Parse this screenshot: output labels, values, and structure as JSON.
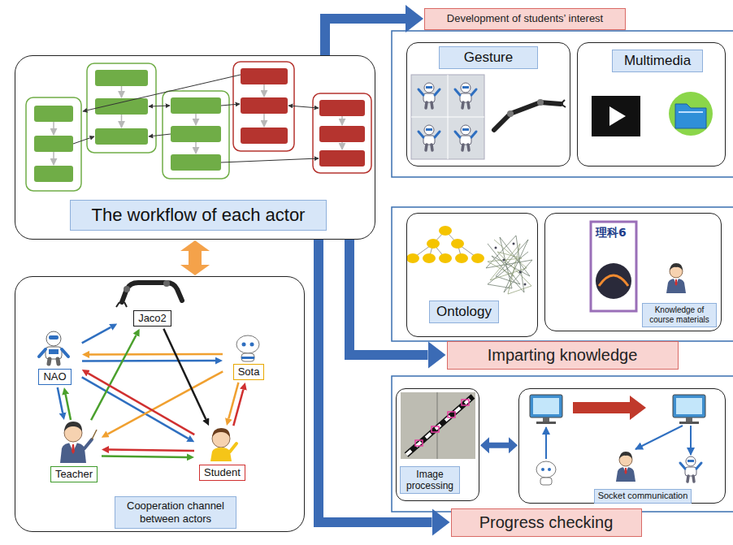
{
  "diagram": {
    "nodes": [
      {
        "text": [
          "The workflow of each actor"
        ]
      },
      {
        "text": [
          "Cooperation channel between actors"
        ]
      },
      {
        "text": [
          "Jaco2"
        ],
        "in": 1
      },
      {
        "text": [
          "NAO"
        ],
        "in": 1
      },
      {
        "text": [
          "Sota"
        ],
        "in": 1
      },
      {
        "text": [
          "Teacher"
        ],
        "in": 1
      },
      {
        "text": [
          "Student"
        ],
        "in": 1
      },
      {
        "text": [
          "Development of students’ interest"
        ]
      },
      {
        "text": [
          "Gesture"
        ]
      },
      {
        "text": [
          "Multimedia"
        ]
      },
      {
        "text": [
          "Ontology"
        ]
      },
      {
        "text": [
          "Knowledge of course materials"
        ]
      },
      {
        "text": [
          "Imparting knowledge"
        ]
      },
      {
        "text": [
          "Image processing"
        ]
      },
      {
        "text": [
          "Socket communication"
        ]
      },
      {
        "text": [
          "Progress checking"
        ]
      }
    ],
    "edges": [
      {
        "from": 0,
        "to": 1,
        "arrow": "both"
      },
      {
        "from": 0,
        "to": 7,
        "arrow": "to"
      },
      {
        "from": 0,
        "to": 12,
        "arrow": "to"
      },
      {
        "from": 0,
        "to": 15,
        "arrow": "to"
      },
      {
        "from": 3,
        "to": 2,
        "arrow": "to"
      },
      {
        "from": 3,
        "to": 4,
        "arrow": "to"
      },
      {
        "from": 3,
        "to": 5,
        "arrow": "to"
      },
      {
        "from": 3,
        "to": 6,
        "arrow": "to"
      },
      {
        "from": 4,
        "to": 3,
        "arrow": "to"
      },
      {
        "from": 4,
        "to": 5,
        "arrow": "to"
      },
      {
        "from": 4,
        "to": 6,
        "arrow": "to"
      },
      {
        "from": 5,
        "to": 3,
        "arrow": "to"
      },
      {
        "from": 5,
        "to": 2,
        "arrow": "to"
      },
      {
        "from": 5,
        "to": 6,
        "arrow": "to"
      },
      {
        "from": 6,
        "to": 3,
        "arrow": "to"
      },
      {
        "from": 6,
        "to": 4,
        "arrow": "to"
      },
      {
        "from": 6,
        "to": 5,
        "arrow": "to"
      },
      {
        "from": 2,
        "to": 6,
        "arrow": "to"
      },
      {
        "from": 13,
        "to": 14,
        "arrow": "both"
      }
    ],
    "labels": [
      "理科6"
    ]
  }
}
